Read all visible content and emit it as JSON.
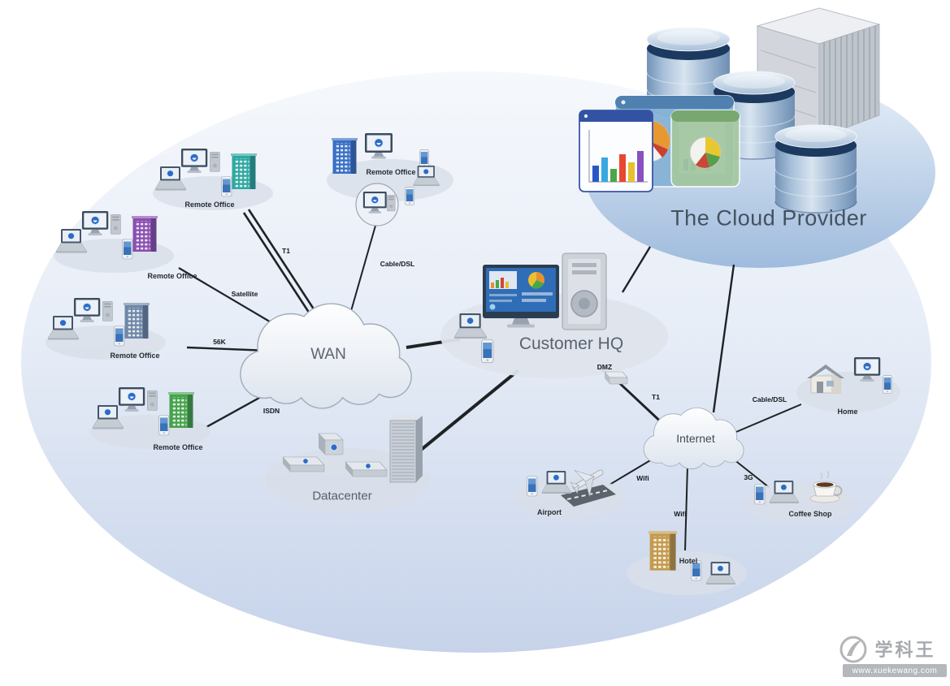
{
  "cloud_provider": {
    "label": "The Cloud Provider"
  },
  "wan": {
    "label": "WAN"
  },
  "internet": {
    "label": "Internet"
  },
  "customer_hq": {
    "label": "Customer HQ"
  },
  "datacenter": {
    "label": "Datacenter"
  },
  "remote_offices": [
    {
      "label": "Remote Office"
    },
    {
      "label": "Remote Office"
    },
    {
      "label": "Remote Office"
    },
    {
      "label": "Remote Office"
    },
    {
      "label": "Remote Office"
    }
  ],
  "sites": {
    "airport": {
      "label": "Airport"
    },
    "hotel": {
      "label": "Hotel"
    },
    "coffee_shop": {
      "label": "Coffee Shop"
    },
    "home": {
      "label": "Home"
    }
  },
  "links": {
    "t1_wan": {
      "label": "T1"
    },
    "cable_dsl_wan": {
      "label": "Cable/DSL"
    },
    "satellite": {
      "label": "Satellite"
    },
    "dialup_56k": {
      "label": "56K"
    },
    "isdn": {
      "label": "ISDN"
    },
    "dmz": {
      "label": "DMZ"
    },
    "t1_hq": {
      "label": "T1"
    },
    "cable_dsl_home": {
      "label": "Cable/DSL"
    },
    "wifi_airport": {
      "label": "Wifi"
    },
    "wifi_hotel": {
      "label": "Wifi"
    },
    "g3_coffee": {
      "label": "3G"
    }
  },
  "palette": {
    "logo_blue": "#2a6cc8",
    "building_teal": "#2fa8a0",
    "building_purple": "#8a4fb0",
    "building_slate": "#6f87a8",
    "building_green": "#46a24c",
    "building_blue": "#3a6fc4",
    "building_gold": "#c49a4e"
  },
  "watermark": {
    "brand": "学科王",
    "url": "www.xuekewang.com"
  }
}
